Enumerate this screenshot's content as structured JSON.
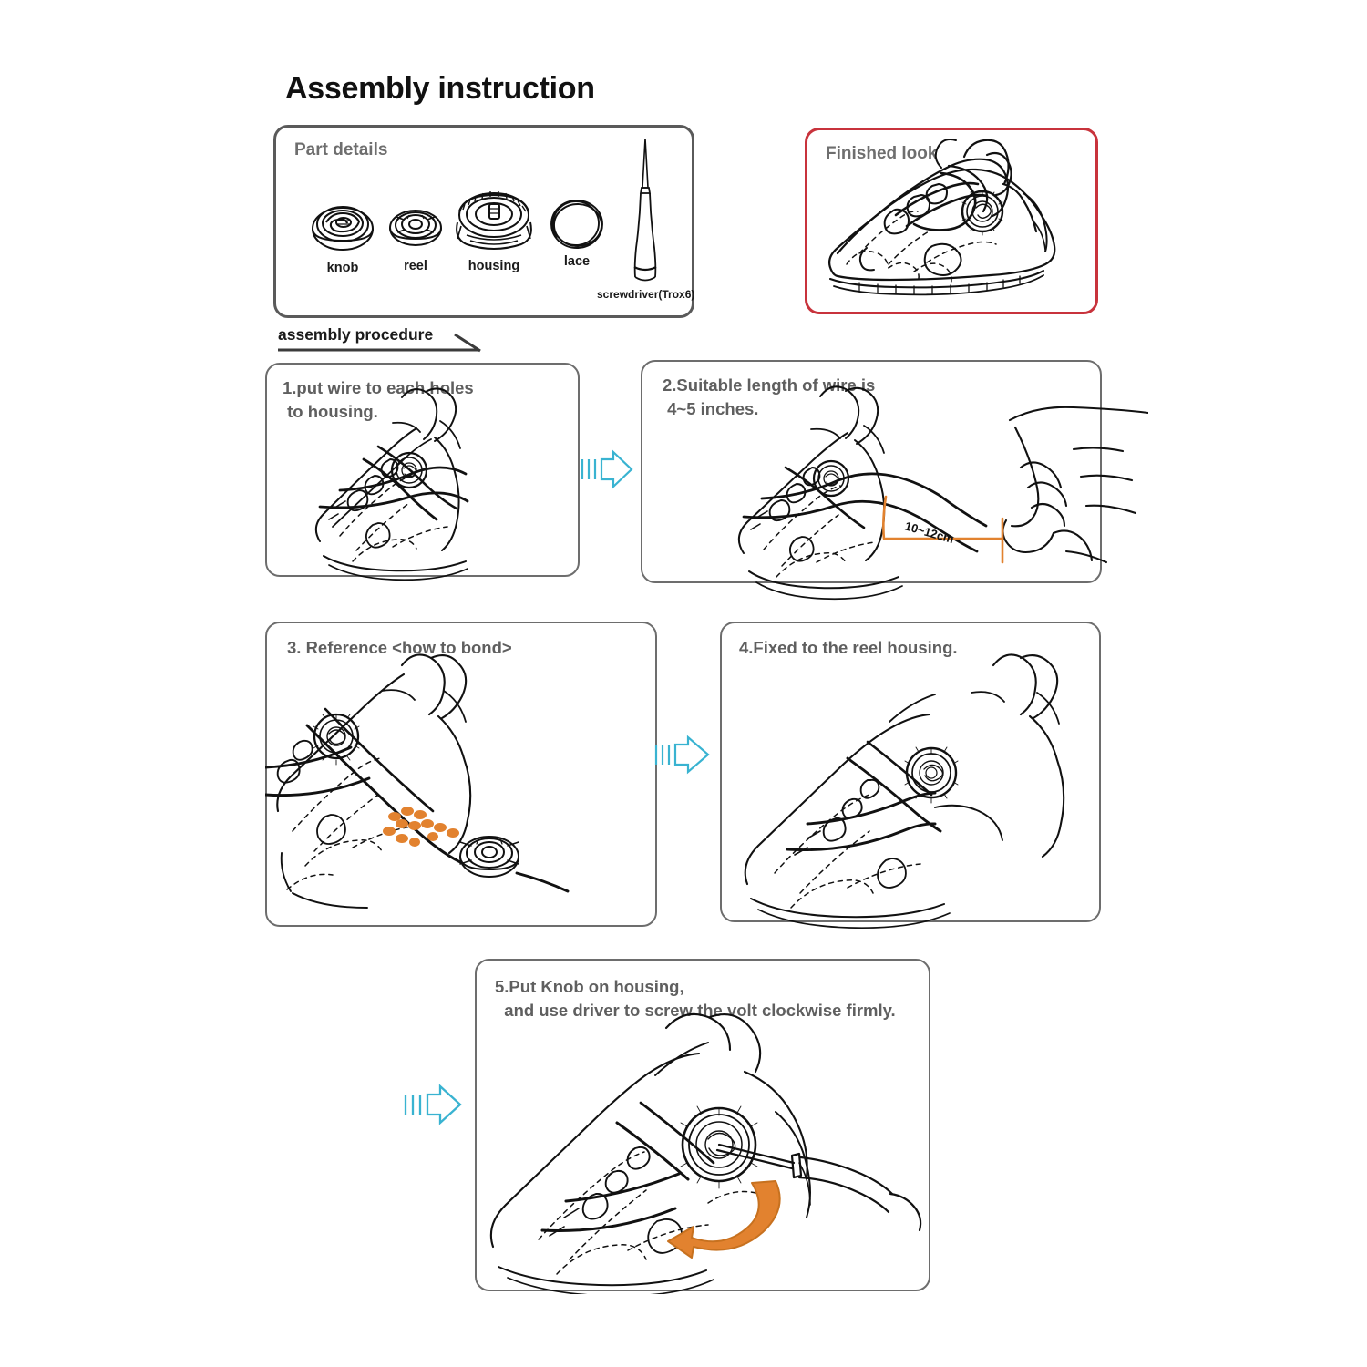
{
  "page": {
    "title": "Assembly instruction"
  },
  "colors": {
    "title_text": "#111111",
    "panel_border_gray": "#5a5a5a",
    "panel_border_red": "#c8333c",
    "label_text": "#6e6e6e",
    "step_text": "#5f5f5f",
    "flow_arrow": "#38b6d4",
    "accent_orange": "#e2822f",
    "line_art": "#111111"
  },
  "part_details": {
    "label": "Part details",
    "parts": [
      {
        "name": "knob",
        "caption": "knob",
        "icon": "knob-dial-icon"
      },
      {
        "name": "reel",
        "caption": "reel",
        "icon": "reel-spool-icon"
      },
      {
        "name": "housing",
        "caption": "housing",
        "icon": "reel-housing-icon"
      },
      {
        "name": "lace",
        "caption": "lace",
        "icon": "lace-coil-icon"
      },
      {
        "name": "screwdriver",
        "caption": "screwdriver(Trox6)",
        "icon": "screwdriver-icon"
      }
    ]
  },
  "finished_look": {
    "label": "Finished look",
    "illustration": "shoe-with-boa-dial-finished"
  },
  "assembly_procedure": {
    "label": "assembly procedure"
  },
  "steps": [
    {
      "number": "1",
      "label": "1.put wire to each holes\n to housing.",
      "illustration": "shoe-with-laces-threaded"
    },
    {
      "number": "2",
      "label": "2.Suitable length of wire is\n 4~5 inches.",
      "illustration": "shoe-with-hand-measuring-lace",
      "annotation": "10~12cm"
    },
    {
      "number": "3",
      "label": "3. Reference <how to bond>",
      "illustration": "shoe-with-reel-and-glue-dots"
    },
    {
      "number": "4",
      "label": "4.Fixed to the reel housing.",
      "illustration": "shoe-with-reel-fixed"
    },
    {
      "number": "5",
      "label": "5.Put Knob on housing,\n  and use driver to screw the volt clockwise firmly.",
      "illustration": "shoe-with-knob-and-screwdriver-clockwise"
    }
  ],
  "flow_arrows": [
    {
      "name": "arrow-step1-to-step2",
      "direction": "right"
    },
    {
      "name": "arrow-step3-to-step4",
      "direction": "right"
    },
    {
      "name": "arrow-step4-to-step5",
      "direction": "right"
    }
  ]
}
